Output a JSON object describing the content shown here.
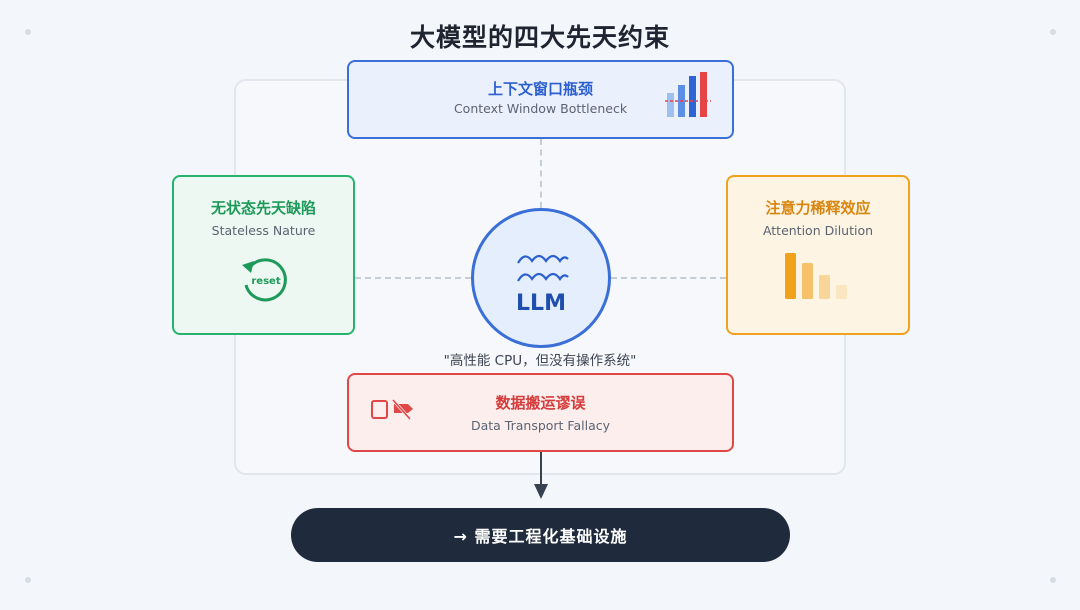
{
  "title": "大模型的四大先天约束",
  "center": {
    "label": "LLM"
  },
  "constraints": {
    "top": {
      "title": "上下文窗口瓶颈",
      "subtitle": "Context Window Bottleneck",
      "icon": "rising-bars-icon"
    },
    "left": {
      "title": "无状态先天缺陷",
      "subtitle": "Stateless Nature",
      "icon": "reset-icon",
      "icon_text": "reset"
    },
    "right": {
      "title": "注意力稀释效应",
      "subtitle": "Attention Dilution",
      "icon": "declining-bars-icon"
    },
    "bottom": {
      "title": "数据搬运谬误",
      "subtitle": "Data Transport Fallacy",
      "icon": "no-transport-icon"
    }
  },
  "quote": "\"高性能 CPU，但没有操作系统\"",
  "cta": {
    "label": "→ 需要工程化基础设施"
  },
  "colors": {
    "blue": "#3b6fd8",
    "green": "#27b36e",
    "orange": "#f0a21c",
    "red": "#e04848",
    "dark": "#1f2a3c"
  }
}
